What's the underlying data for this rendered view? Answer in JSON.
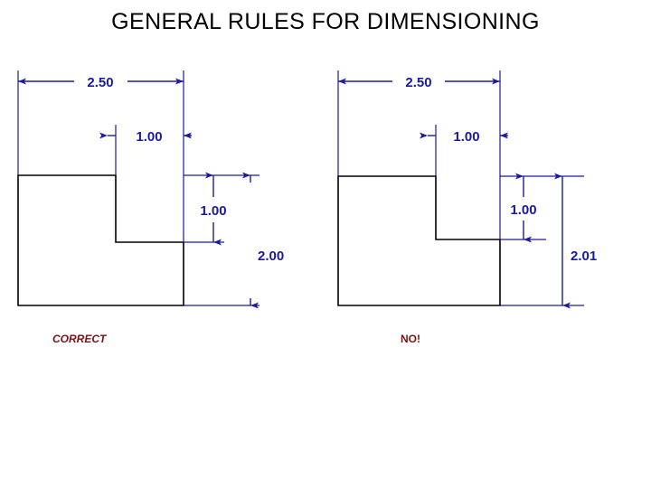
{
  "slide": {
    "title": "GENERAL RULES FOR DIMENSIONING",
    "background_color": "#FFFFFF",
    "title_color": "#000000",
    "dimension_color": "#1A1AA0",
    "outline_color": "#000000",
    "caption_color": "#7B1215"
  },
  "figures": [
    {
      "id": "correct",
      "caption": "CORRECT",
      "dimensions": {
        "overall_width": "2.50",
        "notch_width": "1.00",
        "notch_height": "1.00",
        "overall_height": "2.00"
      }
    },
    {
      "id": "wrong",
      "caption": "NO!",
      "dimensions": {
        "overall_width": "2.50",
        "notch_width": "1.00",
        "notch_height": "1.00",
        "overall_height": "2.01"
      }
    }
  ]
}
